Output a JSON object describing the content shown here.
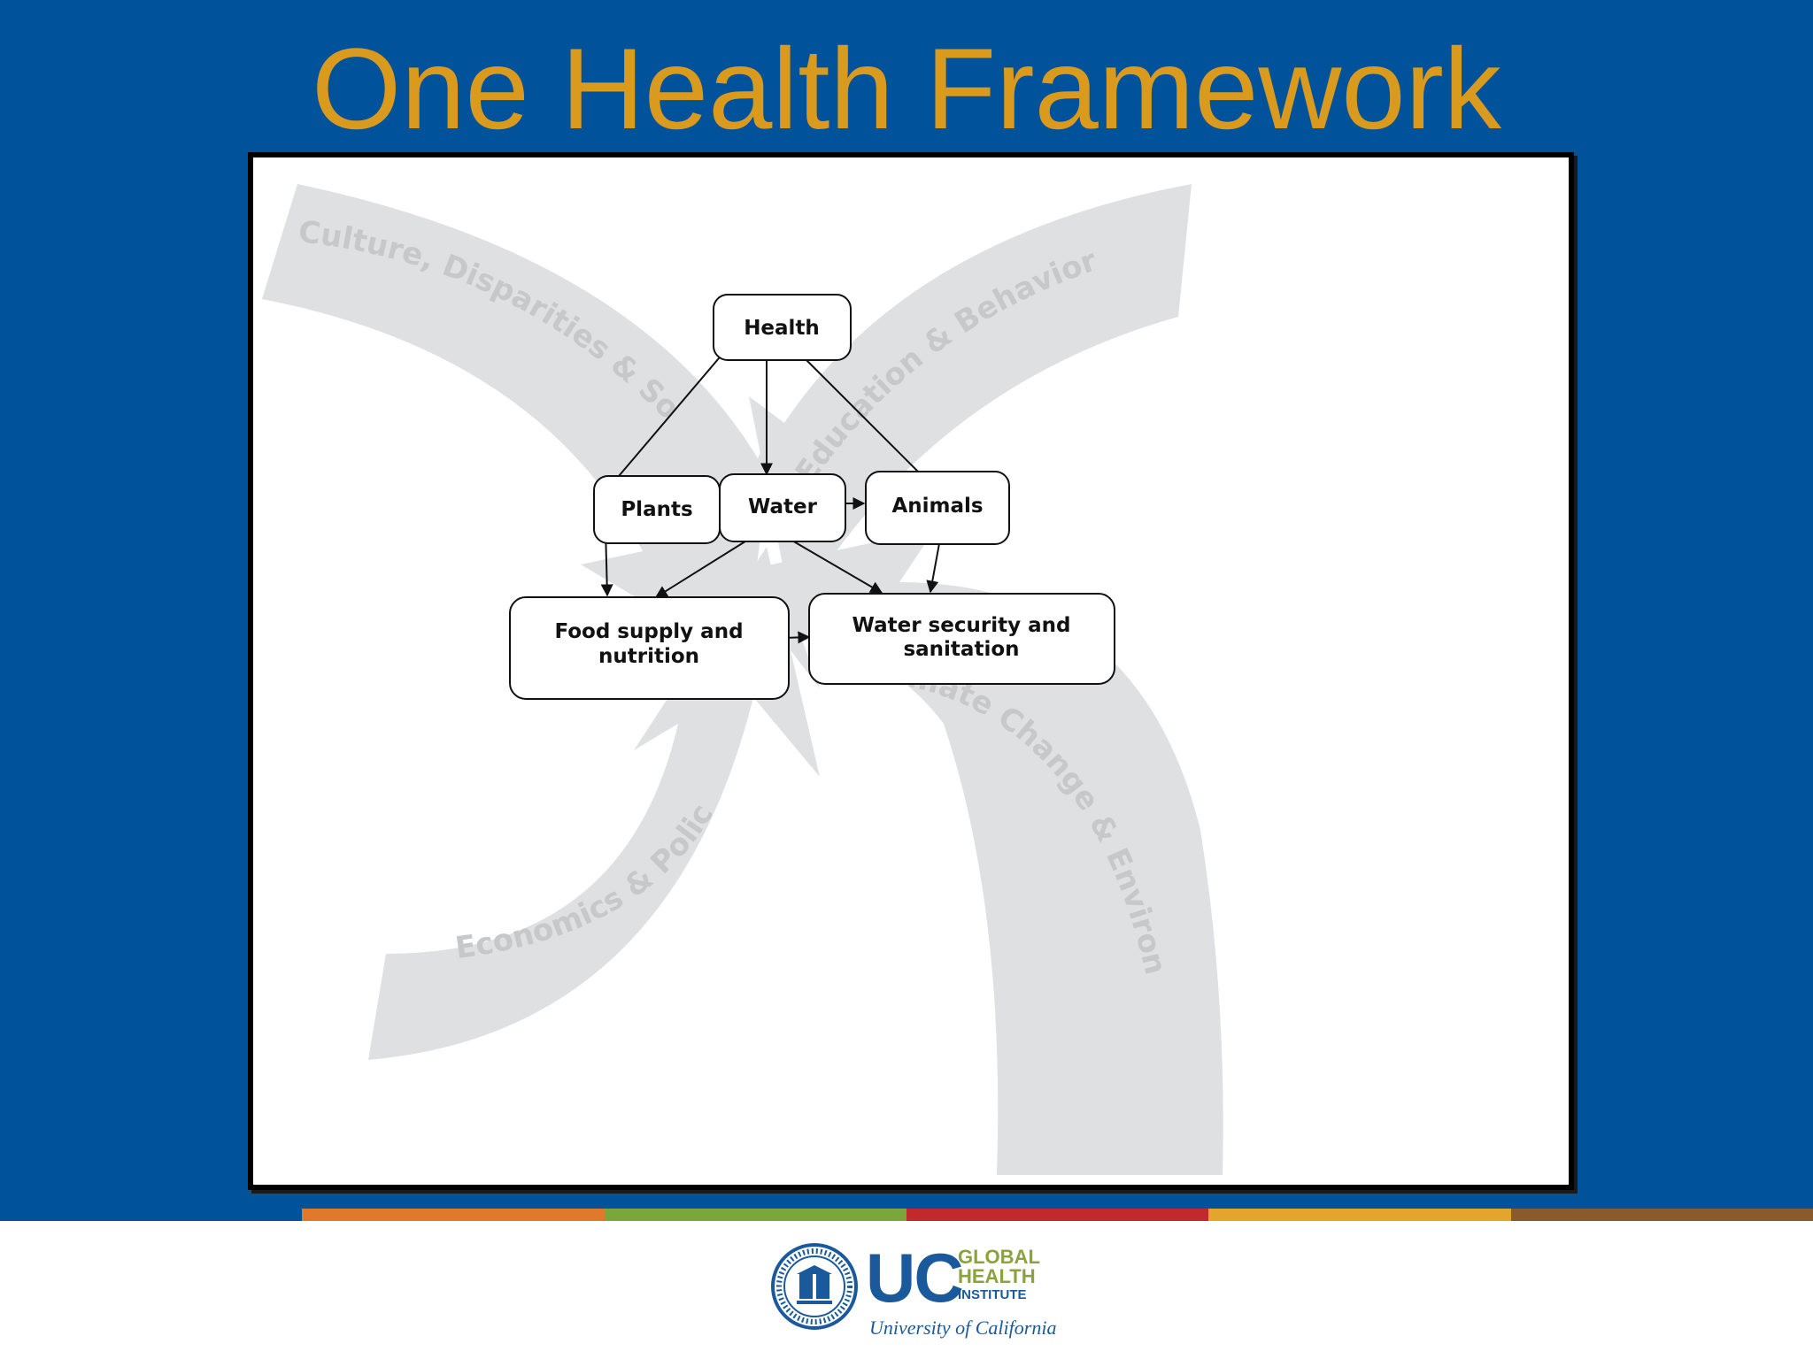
{
  "slide": {
    "title": "One Health Framework"
  },
  "diagram": {
    "nodes": {
      "health": "Health",
      "plants": "Plants",
      "water": "Water",
      "animals": "Animals",
      "food_line1": "Food supply and",
      "food_line2": "nutrition",
      "sanitation_line1": "Water security and",
      "sanitation_line2": "sanitation"
    },
    "influences": {
      "culture": "Culture, Disparities & Society",
      "education": "Education & Behavior",
      "climate": "Climate Change & Environment",
      "economics": "Economics & Policy"
    }
  },
  "footer": {
    "stripe_colors": [
      "#00539b",
      "#e07a2a",
      "#7aa63a",
      "#c2282e",
      "#e3a52b",
      "#8b5a2b"
    ],
    "logo": {
      "uc": "UC",
      "global": "GLOBAL",
      "health": "HEALTH",
      "institute": "INSTITUTE",
      "university": "University of California"
    }
  }
}
